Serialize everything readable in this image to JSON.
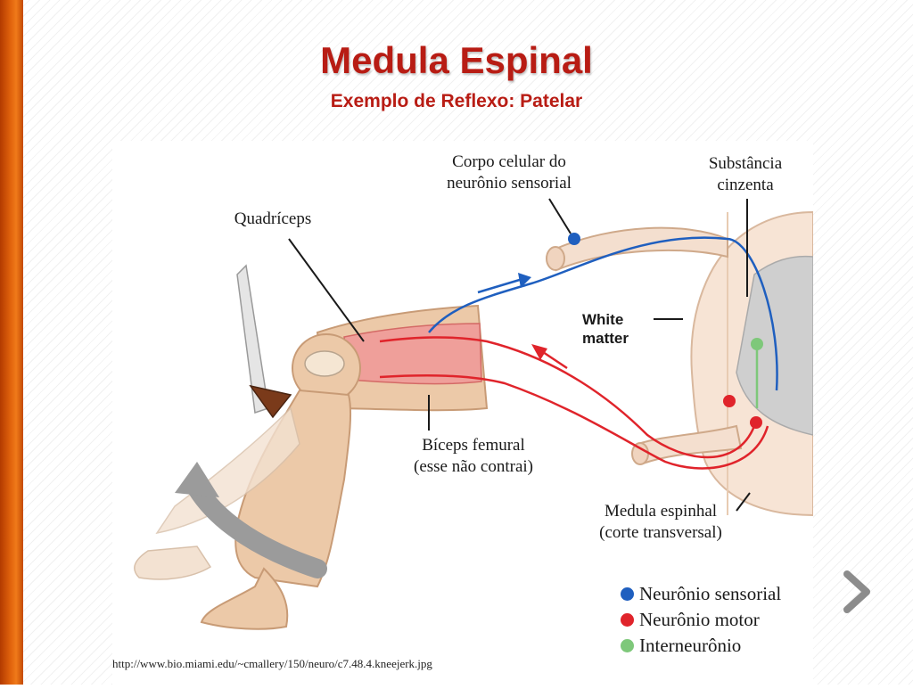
{
  "slide": {
    "title": "Medula Espinal",
    "subtitle": "Exemplo de Reflexo: Patelar"
  },
  "diagram": {
    "labels": {
      "corpo_celular_line1": "Corpo celular do",
      "corpo_celular_line2": "neurônio sensorial",
      "substancia_line1": "Substância",
      "substancia_line2": "cinzenta",
      "quadriceps": "Quadríceps",
      "white_matter_line1": "White",
      "white_matter_line2": "matter",
      "biceps_line1": "Bíceps femural",
      "biceps_line2": "(esse não contrai)",
      "medula_line1": "Medula espinhal",
      "medula_line2": "(corte transversal)"
    },
    "legend": [
      {
        "label": "Neurônio sensorial",
        "color": "#1f5fbf"
      },
      {
        "label": "Neurônio motor",
        "color": "#e0242b"
      },
      {
        "label": "Interneurônio",
        "color": "#7ec87a"
      }
    ],
    "source": "http://www.bio.miami.edu/~cmallery/150/neuro/c7.48.4.kneejerk.jpg"
  },
  "colors": {
    "accent": "#b81c14",
    "sensory": "#1f5fbf",
    "motor": "#e0242b",
    "interneuron": "#7ec87a"
  },
  "icons": {
    "next": "chevron-right-icon"
  }
}
